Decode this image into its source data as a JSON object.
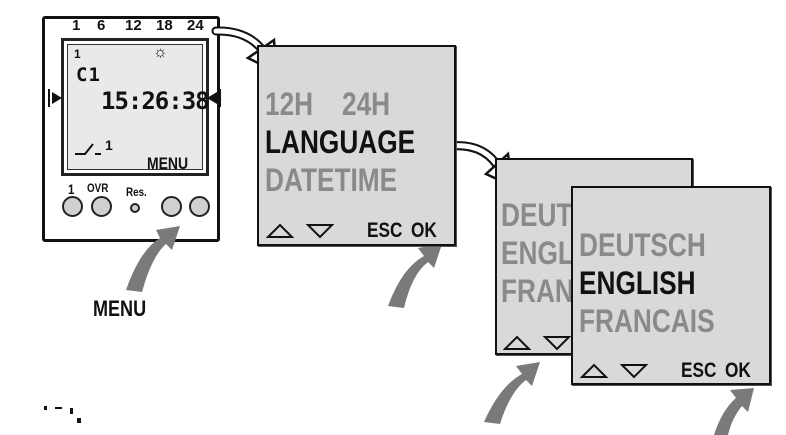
{
  "device": {
    "hour_marks": [
      "1",
      "6",
      "12",
      "18",
      "24"
    ],
    "lcd": {
      "index": "1",
      "sun_symbol": "☼",
      "channel": "C1",
      "time": "15:26:38",
      "switch_number": "1",
      "menu_label": "MENU"
    },
    "button_labels": {
      "b1": "1",
      "b2": "OVR",
      "reset": "Res."
    }
  },
  "menu_caption": "MENU",
  "screen_main": {
    "row1_a": "12H",
    "row1_b": "24H",
    "row2": "LANGUAGE",
    "row3": "DATETIME",
    "esc": "ESC",
    "ok": "OK"
  },
  "screen_back": {
    "row1": "DEUT",
    "row2": "ENGL",
    "row3": "FRAN"
  },
  "screen_front": {
    "row1": "DEUTSCH",
    "row2": "ENGLISH",
    "row3": "FRANCAIS",
    "esc": "ESC",
    "ok": "OK"
  },
  "colors": {
    "active": "#111111",
    "inactive": "#8a8a8a",
    "screen_bg": "#d9d9d9",
    "arrow": "#777777"
  }
}
